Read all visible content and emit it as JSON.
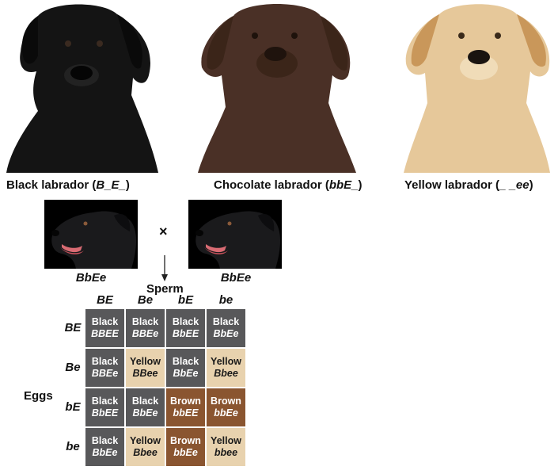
{
  "dogs": [
    {
      "label_prefix": "Black labrador (",
      "genotype": "B_E_",
      "label_suffix": ")",
      "color": "#141414"
    },
    {
      "label_prefix": "Chocolate labrador (",
      "genotype": "bbE_",
      "label_suffix": ")",
      "color": "#4a3026"
    },
    {
      "label_prefix": "Yellow labrador (",
      "genotype": "_ _ee",
      "label_suffix": ")",
      "color": "#e6c89a"
    }
  ],
  "cross": {
    "parent1_genotype": "BbEe",
    "parent2_genotype": "BbEe",
    "cross_symbol": "×",
    "sperm_label": "Sperm",
    "eggs_label": "Eggs"
  },
  "punnett": {
    "columns": [
      "BE",
      "Be",
      "bE",
      "be"
    ],
    "rows": [
      "BE",
      "Be",
      "bE",
      "be"
    ],
    "cells": [
      [
        {
          "phenotype": "Black",
          "genotype": "BBEE",
          "color": "black"
        },
        {
          "phenotype": "Black",
          "genotype": "BBEe",
          "color": "black"
        },
        {
          "phenotype": "Black",
          "genotype": "BbEE",
          "color": "black"
        },
        {
          "phenotype": "Black",
          "genotype": "BbEe",
          "color": "black"
        }
      ],
      [
        {
          "phenotype": "Black",
          "genotype": "BBEe",
          "color": "black"
        },
        {
          "phenotype": "Yellow",
          "genotype": "BBee",
          "color": "yellow"
        },
        {
          "phenotype": "Black",
          "genotype": "BbEe",
          "color": "black"
        },
        {
          "phenotype": "Yellow",
          "genotype": "Bbee",
          "color": "yellow"
        }
      ],
      [
        {
          "phenotype": "Black",
          "genotype": "BbEE",
          "color": "black"
        },
        {
          "phenotype": "Black",
          "genotype": "BbEe",
          "color": "black"
        },
        {
          "phenotype": "Brown",
          "genotype": "bbEE",
          "color": "brown"
        },
        {
          "phenotype": "Brown",
          "genotype": "bbEe",
          "color": "brown"
        }
      ],
      [
        {
          "phenotype": "Black",
          "genotype": "BbEe",
          "color": "black"
        },
        {
          "phenotype": "Yellow",
          "genotype": "Bbee",
          "color": "yellow"
        },
        {
          "phenotype": "Brown",
          "genotype": "bbEe",
          "color": "brown"
        },
        {
          "phenotype": "Yellow",
          "genotype": "bbee",
          "color": "yellow"
        }
      ]
    ],
    "colors": {
      "black": "#58585a",
      "yellow": "#e8d2ae",
      "brown": "#8a5530"
    }
  }
}
